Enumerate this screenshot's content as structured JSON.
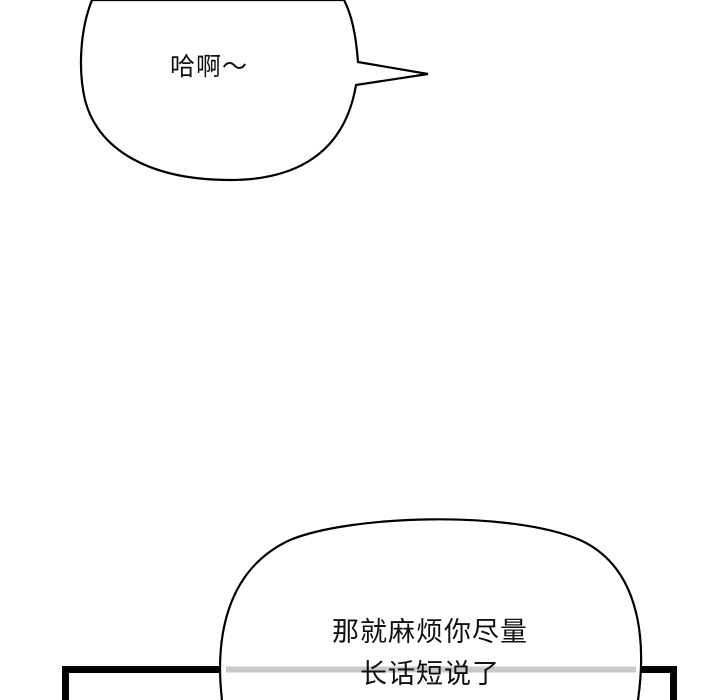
{
  "comic": {
    "bubble_top": {
      "text": "哈啊～"
    },
    "bubble_bottom": {
      "line1": "那就麻烦你尽量",
      "line2": "长话短说了"
    },
    "colors": {
      "background": "#ffffff",
      "ink": "#000000",
      "panel_line_behind_bubble": "#c8c8c8"
    }
  }
}
